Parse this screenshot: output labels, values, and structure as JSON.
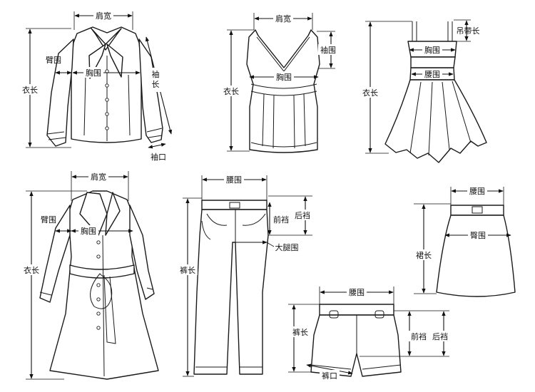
{
  "shirt": {
    "shoulder": "肩宽",
    "arm": "臂围",
    "chest": "胸围",
    "sleeve_length": "袖长",
    "length": "衣长",
    "cuff": "袖口"
  },
  "vest": {
    "shoulder": "肩宽",
    "armhole": "袖围",
    "chest": "胸围",
    "length": "衣长"
  },
  "dress": {
    "strap": "吊带长",
    "chest": "胸围",
    "waist": "腰围",
    "length": "衣长"
  },
  "coat": {
    "shoulder": "肩宽",
    "arm": "臂围",
    "chest": "胸围",
    "length": "衣长"
  },
  "pants": {
    "waist": "腰围",
    "back_rise": "后裆",
    "front_rise": "前裆",
    "thigh": "大腿围",
    "length": "裤长"
  },
  "skirt": {
    "waist": "腰围",
    "hip": "臀围",
    "length": "裙长"
  },
  "shorts": {
    "waist": "腰围",
    "length": "裤长",
    "front_rise": "前裆",
    "back_rise": "后裆",
    "leg_opening": "裤口"
  }
}
